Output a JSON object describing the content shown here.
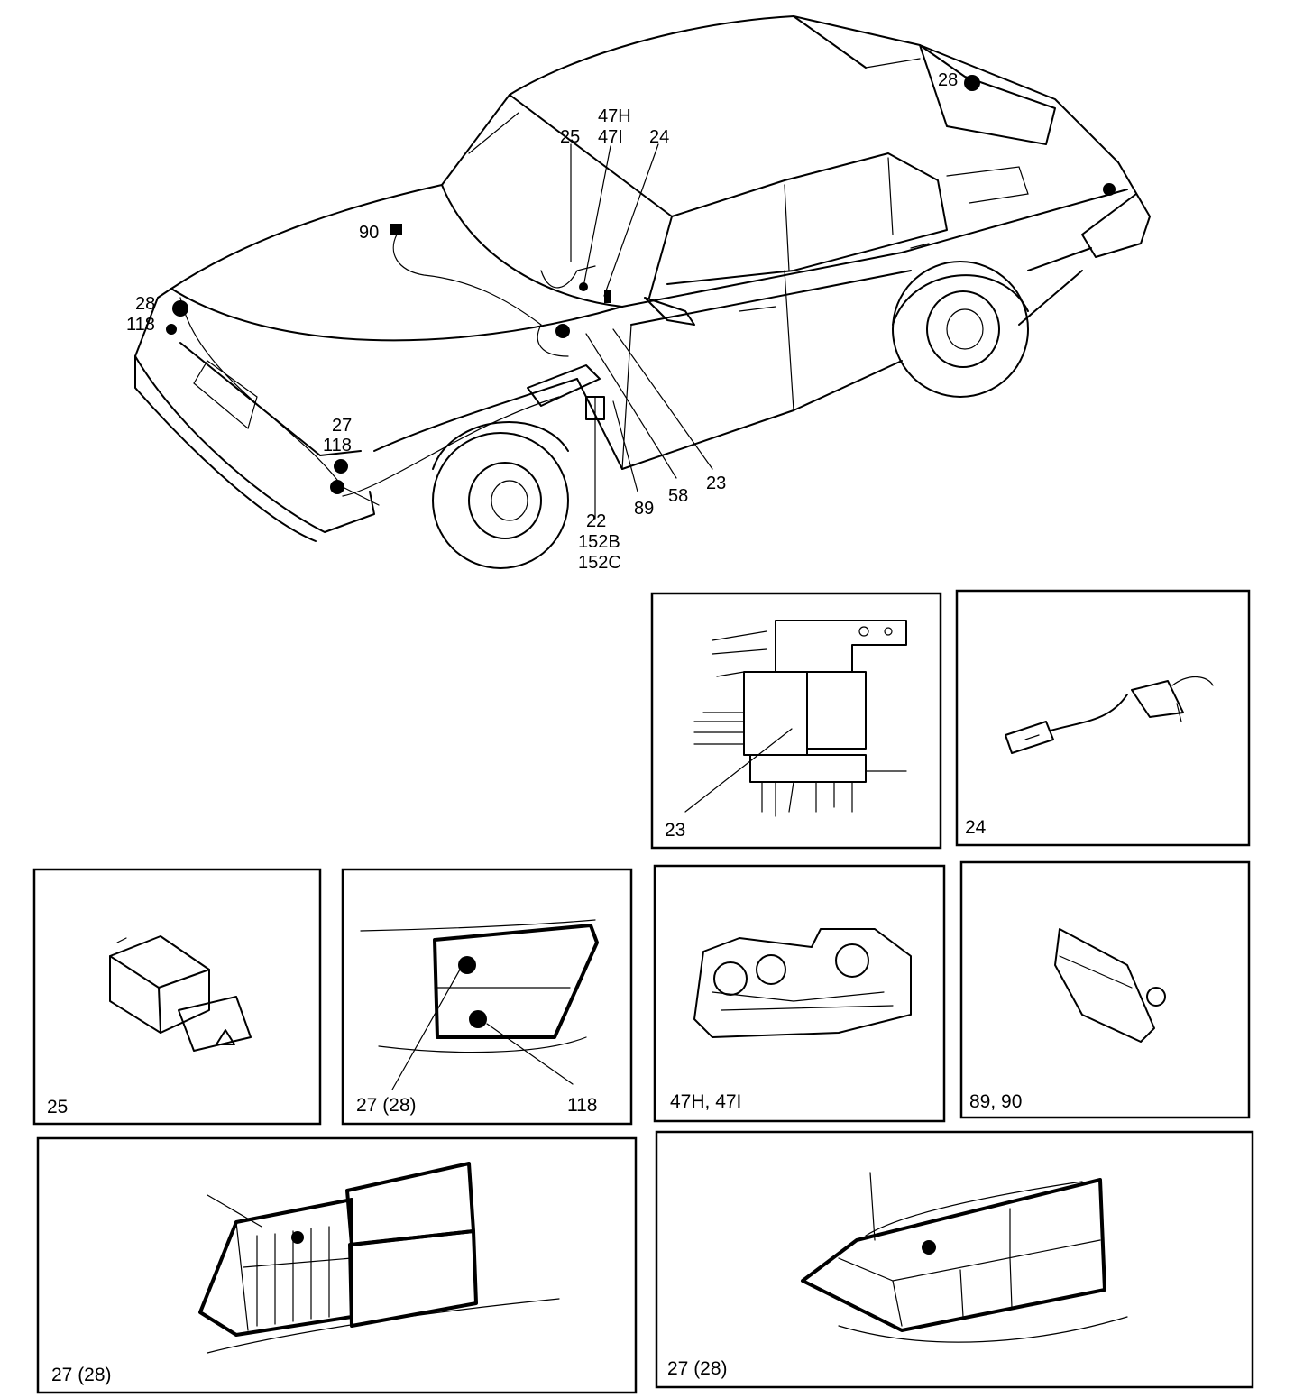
{
  "callouts": {
    "top_28": "28",
    "c_47h": "47H",
    "c_47i": "47I",
    "c_25": "25",
    "c_24": "24",
    "c_90": "90",
    "left_28": "28",
    "left_118": "118",
    "front_27": "27",
    "front_118": "118",
    "c_22": "22",
    "c_152b": "152B",
    "c_152c": "152C",
    "c_89": "89",
    "c_58": "58",
    "c_23": "23"
  },
  "panels": {
    "p23": {
      "caption": "23"
    },
    "p24": {
      "caption": "24"
    },
    "p25": {
      "caption": "25"
    },
    "p27": {
      "caption_left": "27 (28)",
      "caption_right": "118"
    },
    "p47": {
      "caption": "47H, 47I"
    },
    "p89": {
      "caption": "89, 90"
    },
    "p_front_lamp": {
      "caption": "27 (28)"
    },
    "p_side_lamp": {
      "caption": "27 (28)"
    }
  }
}
